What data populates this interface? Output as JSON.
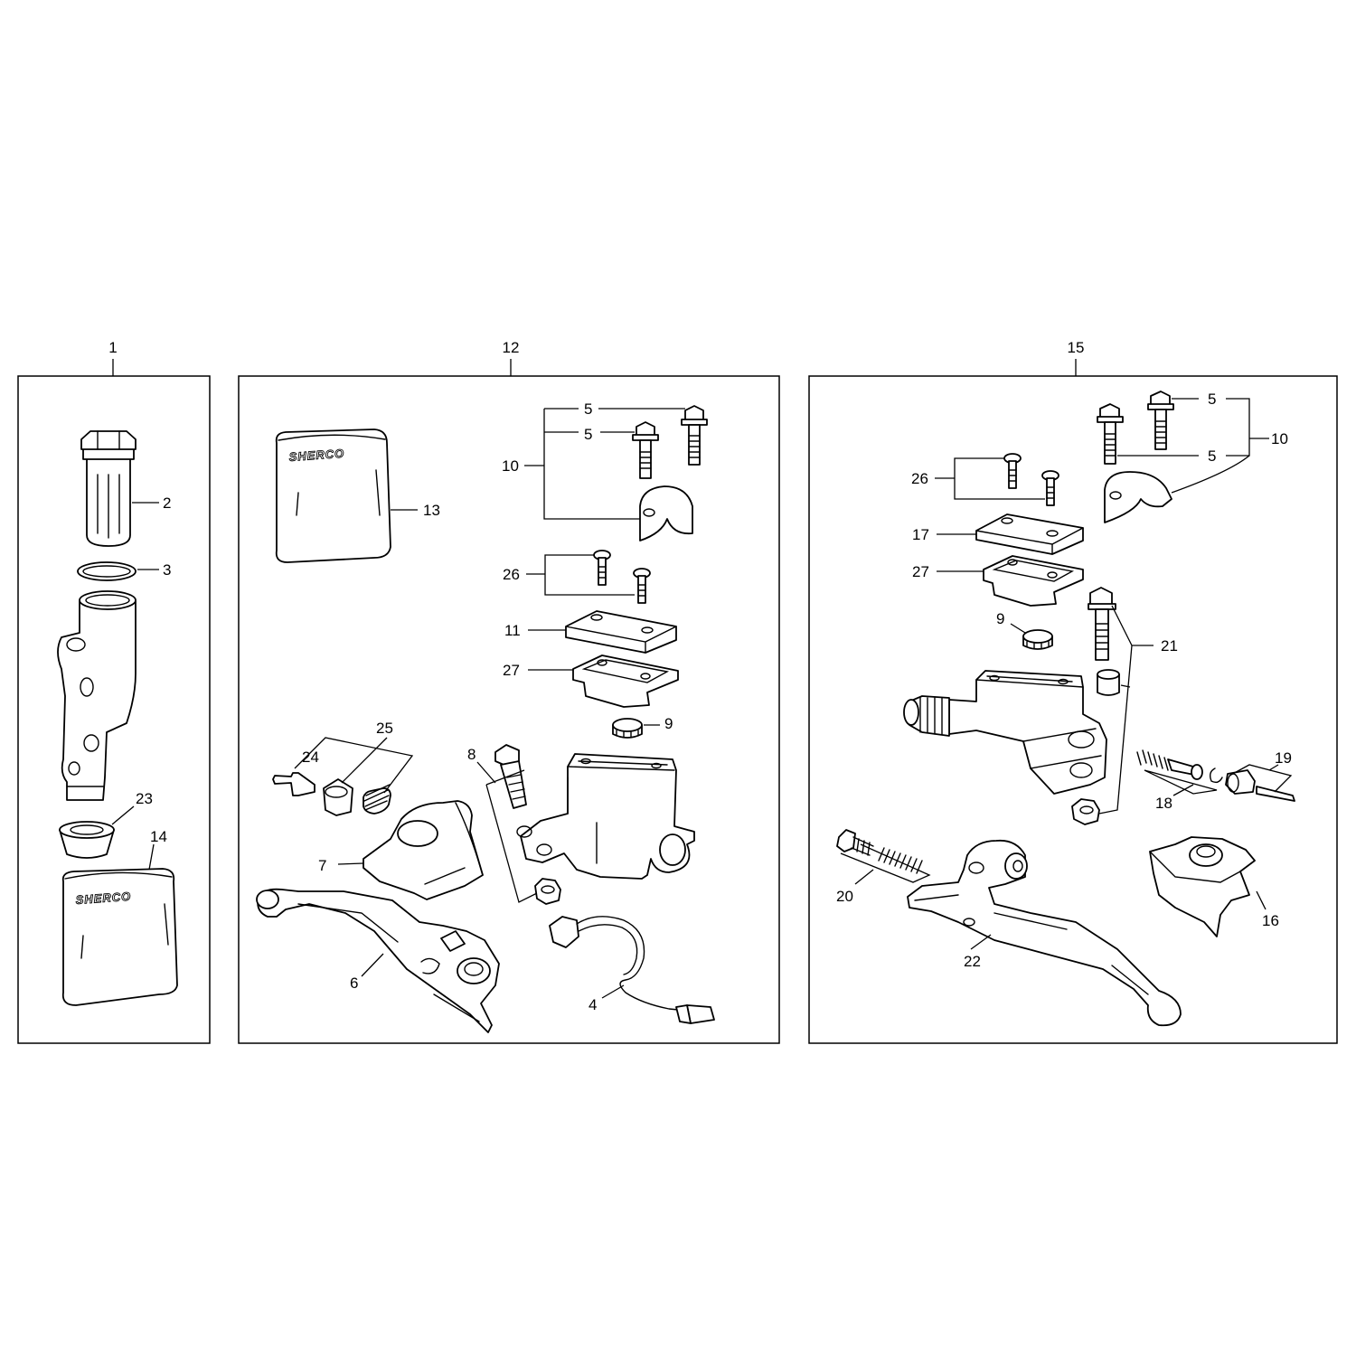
{
  "diagram": {
    "groups": [
      {
        "id": "left",
        "callout": "1"
      },
      {
        "id": "middle",
        "callout": "12"
      },
      {
        "id": "right",
        "callout": "15"
      }
    ],
    "brand_text": "SHERCO",
    "callouts": {
      "left": [
        "2",
        "3",
        "23",
        "14"
      ],
      "middle": [
        "5",
        "5",
        "10",
        "13",
        "26",
        "11",
        "27",
        "9",
        "25",
        "24",
        "8",
        "7",
        "6",
        "4"
      ],
      "right": [
        "5",
        "5",
        "10",
        "26",
        "17",
        "27",
        "9",
        "21",
        "19",
        "18",
        "20",
        "16",
        "22"
      ]
    }
  }
}
